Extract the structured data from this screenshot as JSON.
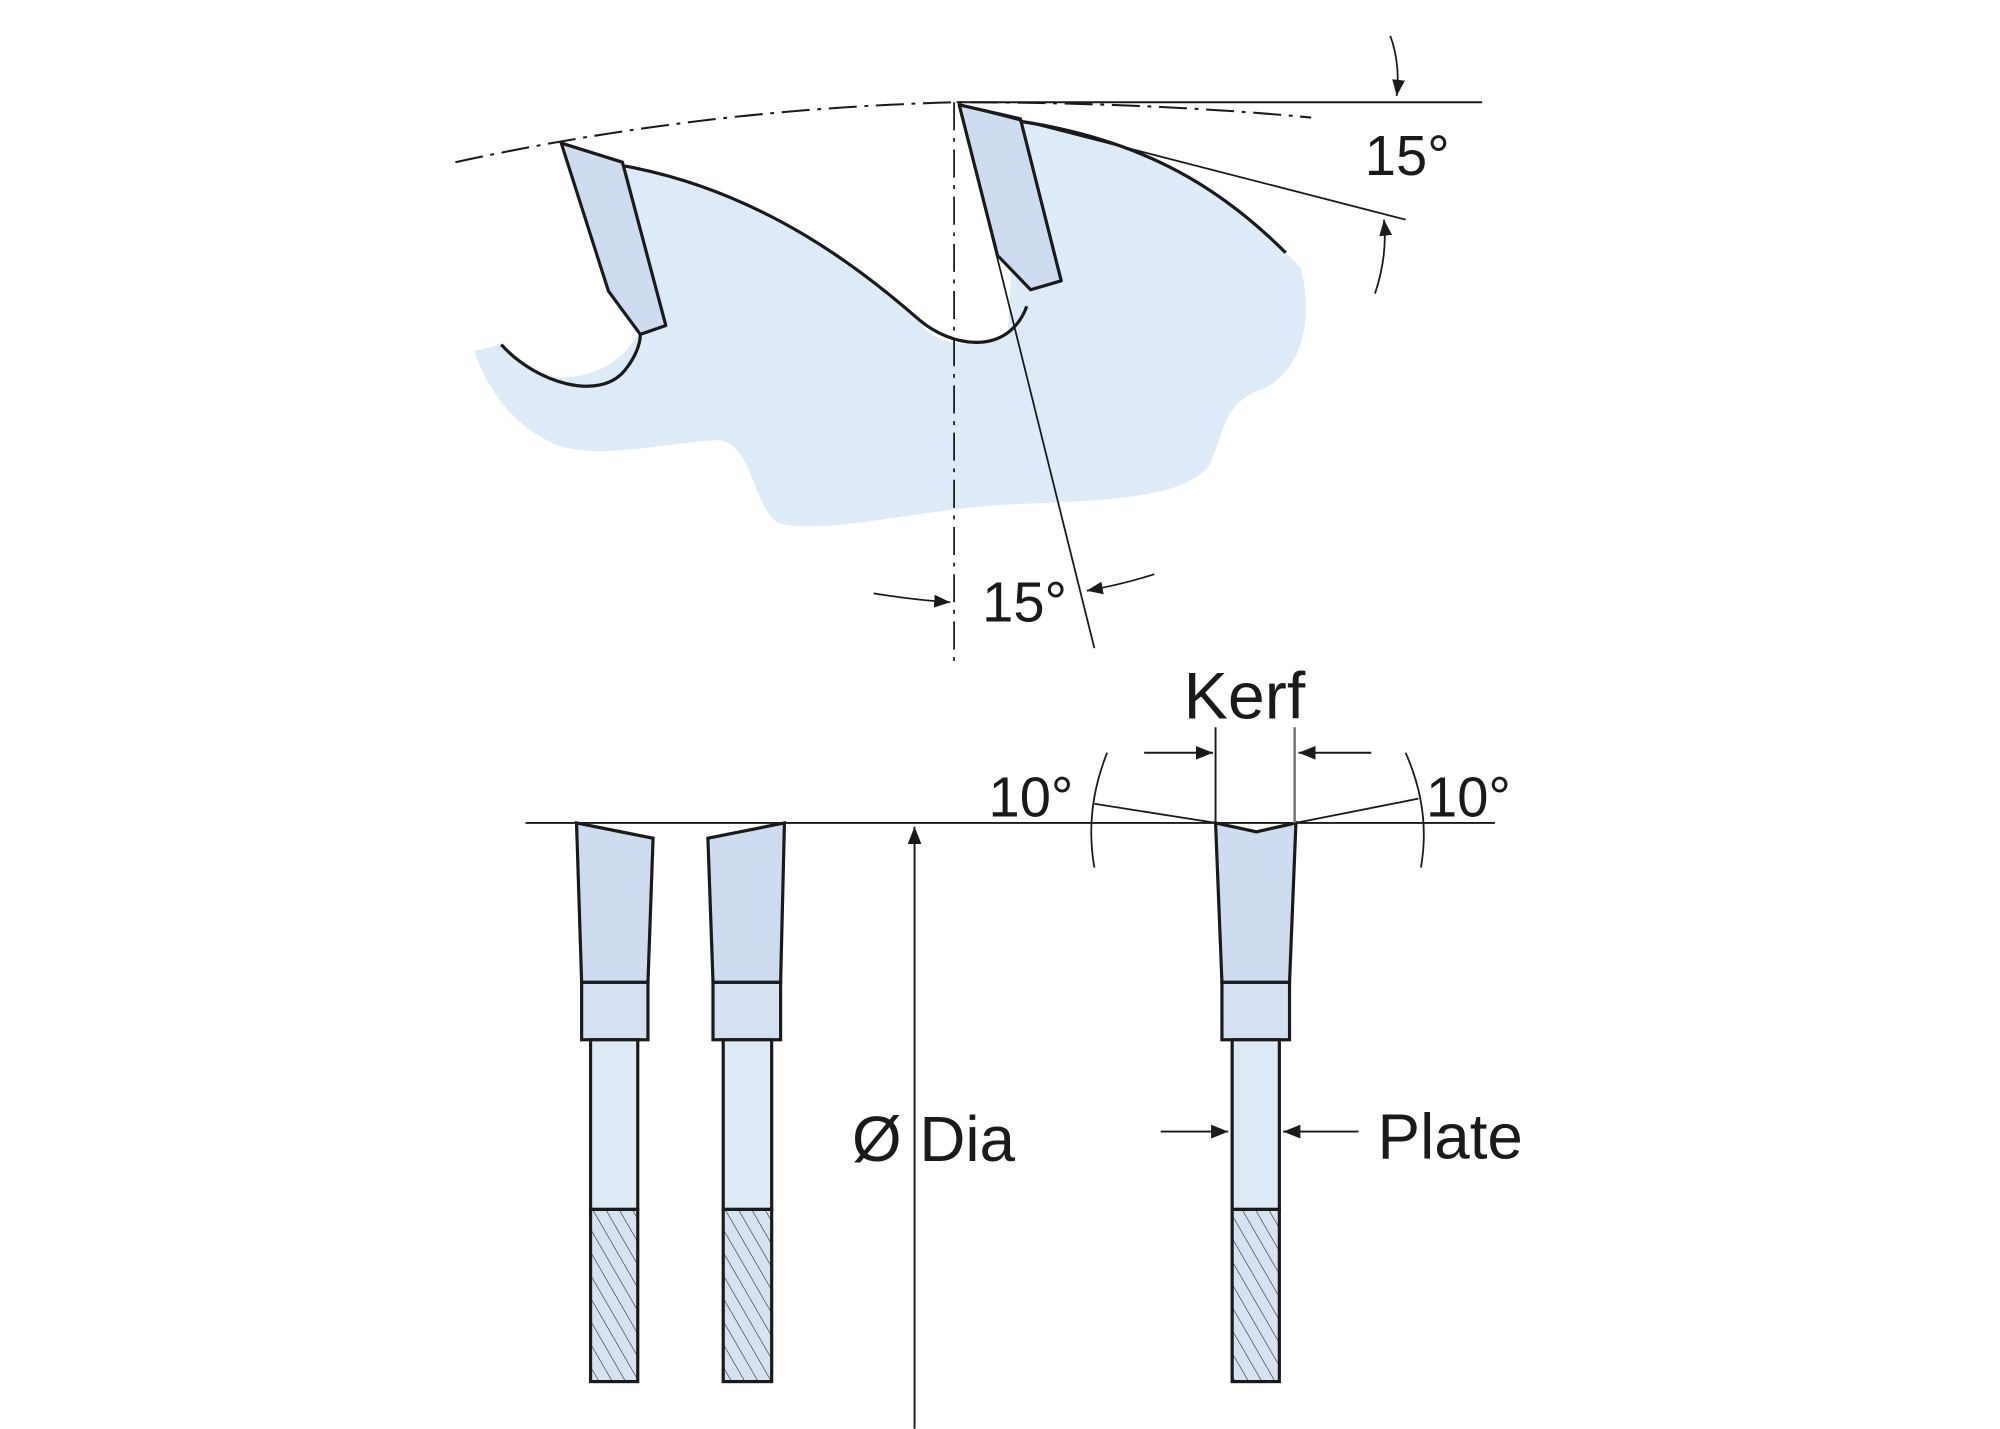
{
  "colors": {
    "blade_body": "#ddebf8",
    "tooth_tip": "#cddcf0",
    "plate": "#dce9f7",
    "line": "#1a1a1a"
  },
  "labels": {
    "hook_angle_top": "15°",
    "hook_angle_bottom": "15°",
    "kerf": "Kerf",
    "bevel_left": "10°",
    "bevel_right": "10°",
    "diameter": "Ø Dia",
    "plate": "Plate"
  }
}
